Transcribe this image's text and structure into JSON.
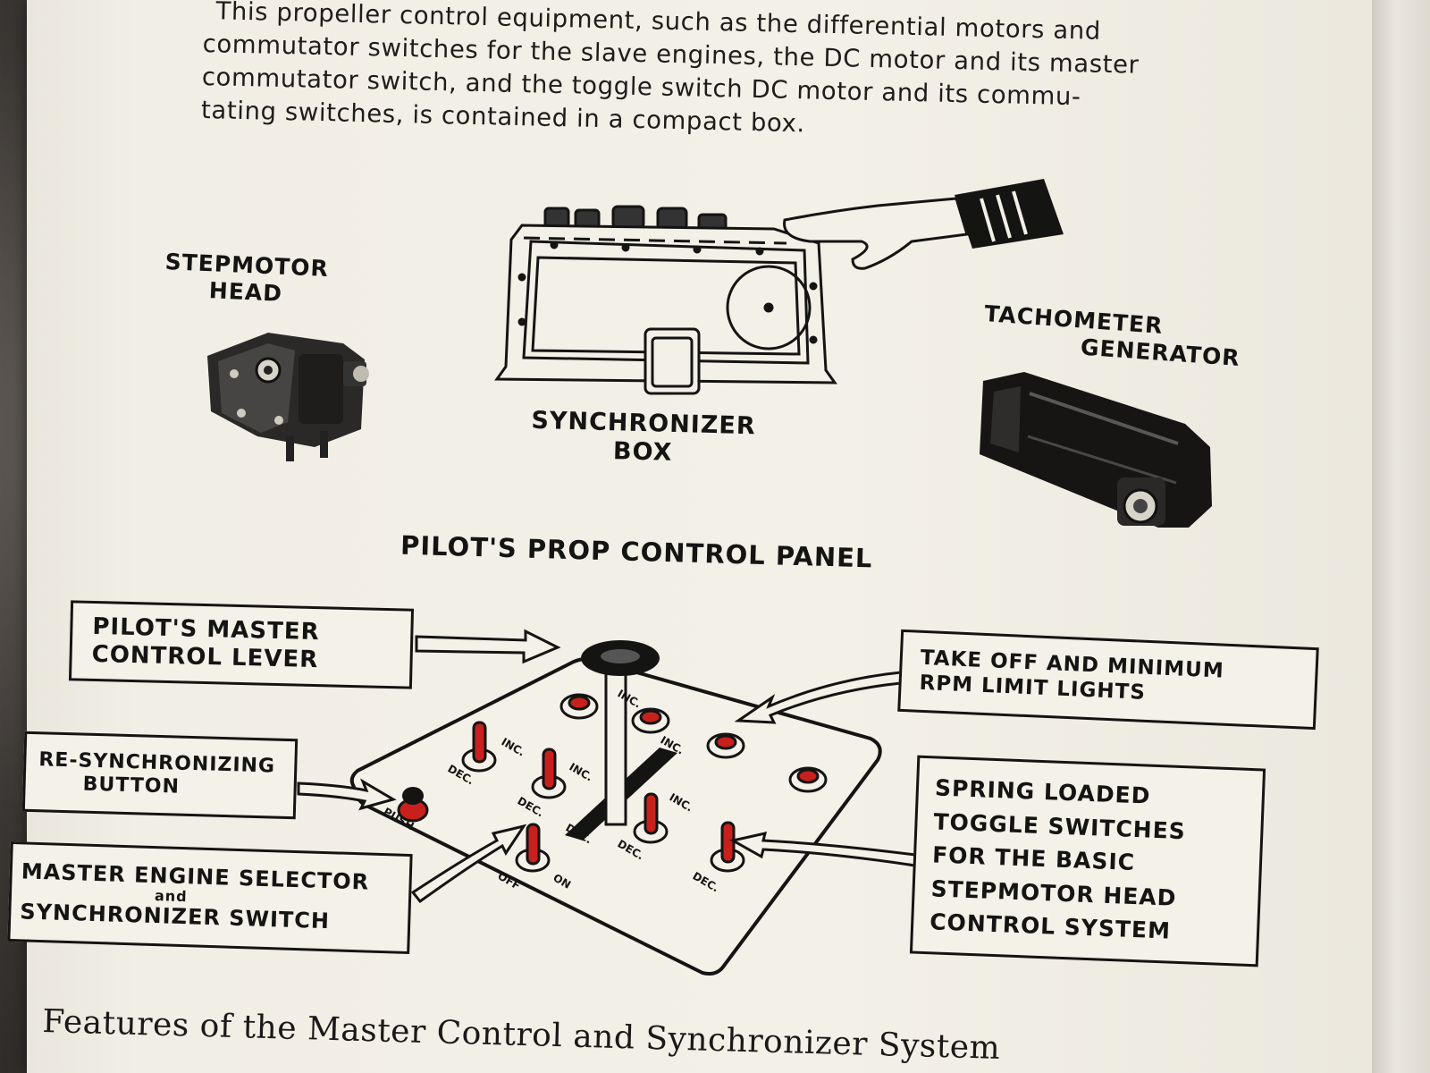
{
  "intro": {
    "line1": "This propeller control equipment, such as the differential motors and",
    "line2": "commutator switches for the slave engines, the DC motor and its master",
    "line3": "commutator switch, and the toggle switch DC motor and its commu-",
    "line4": "tating switches, is contained in a compact box."
  },
  "figures": {
    "stepmotor": {
      "line1": "Stepmotor",
      "line2": "Head"
    },
    "synchronizer": {
      "line1": "Synchronizer",
      "line2": "Box"
    },
    "tachometer": {
      "line1": "Tachometer",
      "line2": "Generator"
    }
  },
  "panel": {
    "title": "Pilot's Prop Control Panel",
    "callouts": {
      "master_lever": {
        "line1": "Pilot's Master",
        "line2": "Control Lever"
      },
      "limit_lights": {
        "line1": "Take off and Minimum",
        "line2": "RPM Limit Lights"
      },
      "resync_button": {
        "line1": "Re-Synchronizing",
        "line2": "Button"
      },
      "selector": {
        "line1": "Master Engine Selector",
        "line2": "and",
        "line3": "Synchronizer Switch"
      },
      "toggles": {
        "line1": "Spring Loaded",
        "line2": "Toggle Switches",
        "line3": "For the Basic",
        "line4": "Stepmotor Head",
        "line5": "Control System"
      }
    },
    "switch_labels": {
      "inc": "INC.",
      "dec": "DEC.",
      "push": "PUSH",
      "off": "OFF",
      "on": "ON"
    }
  },
  "footer": {
    "text": "Features of the Master Control and Synchronizer System"
  },
  "colors": {
    "paper": "#f3f0e7",
    "ink": "#141413",
    "switch_red": "#c8201c",
    "desk": "#3a3633"
  }
}
